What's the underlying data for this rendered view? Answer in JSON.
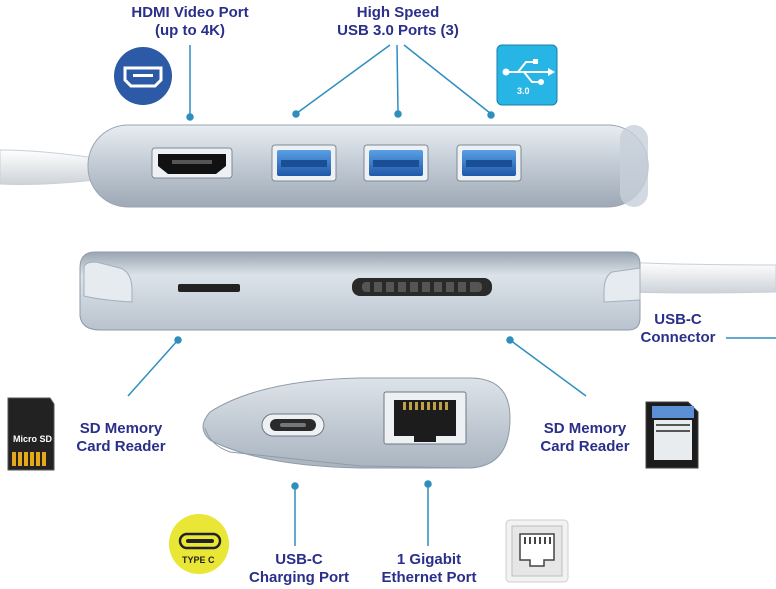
{
  "labels": {
    "hdmi": {
      "line1": "HDMI Video Port",
      "line2": "(up to 4K)"
    },
    "usb3": {
      "line1": "High Speed",
      "line2": "USB 3.0 Ports (3)"
    },
    "usbc_connector": {
      "line1": "USB-C",
      "line2": "Connector"
    },
    "sd_left": {
      "line1": "SD Memory",
      "line2": "Card Reader"
    },
    "sd_right": {
      "line1": "SD Memory",
      "line2": "Card Reader"
    },
    "usbc_charging": {
      "line1": "USB-C",
      "line2": "Charging Port"
    },
    "ethernet": {
      "line1": "1 Gigabit",
      "line2": "Ethernet Port"
    }
  },
  "badges": {
    "micro_sd": "Micro SD",
    "type_c": "TYPE C",
    "usb3_symbol": "3.0"
  },
  "icons": {
    "hdmi": "hdmi-icon",
    "usb3": "usb-3-icon",
    "micro_sd": "micro-sd-card-icon",
    "sd": "sd-card-icon",
    "type_c": "type-c-icon",
    "ethernet": "ethernet-jack-icon"
  },
  "colors": {
    "label_text": "#2a2f8a",
    "leader_line": "#2e8fbf",
    "hdmi_badge": "#2c5aa6",
    "usb_badge": "#27b5e6",
    "type_c_badge": "#e9e635",
    "usb_port": "#2f73c9",
    "hub_body": "#c9d2dc"
  }
}
